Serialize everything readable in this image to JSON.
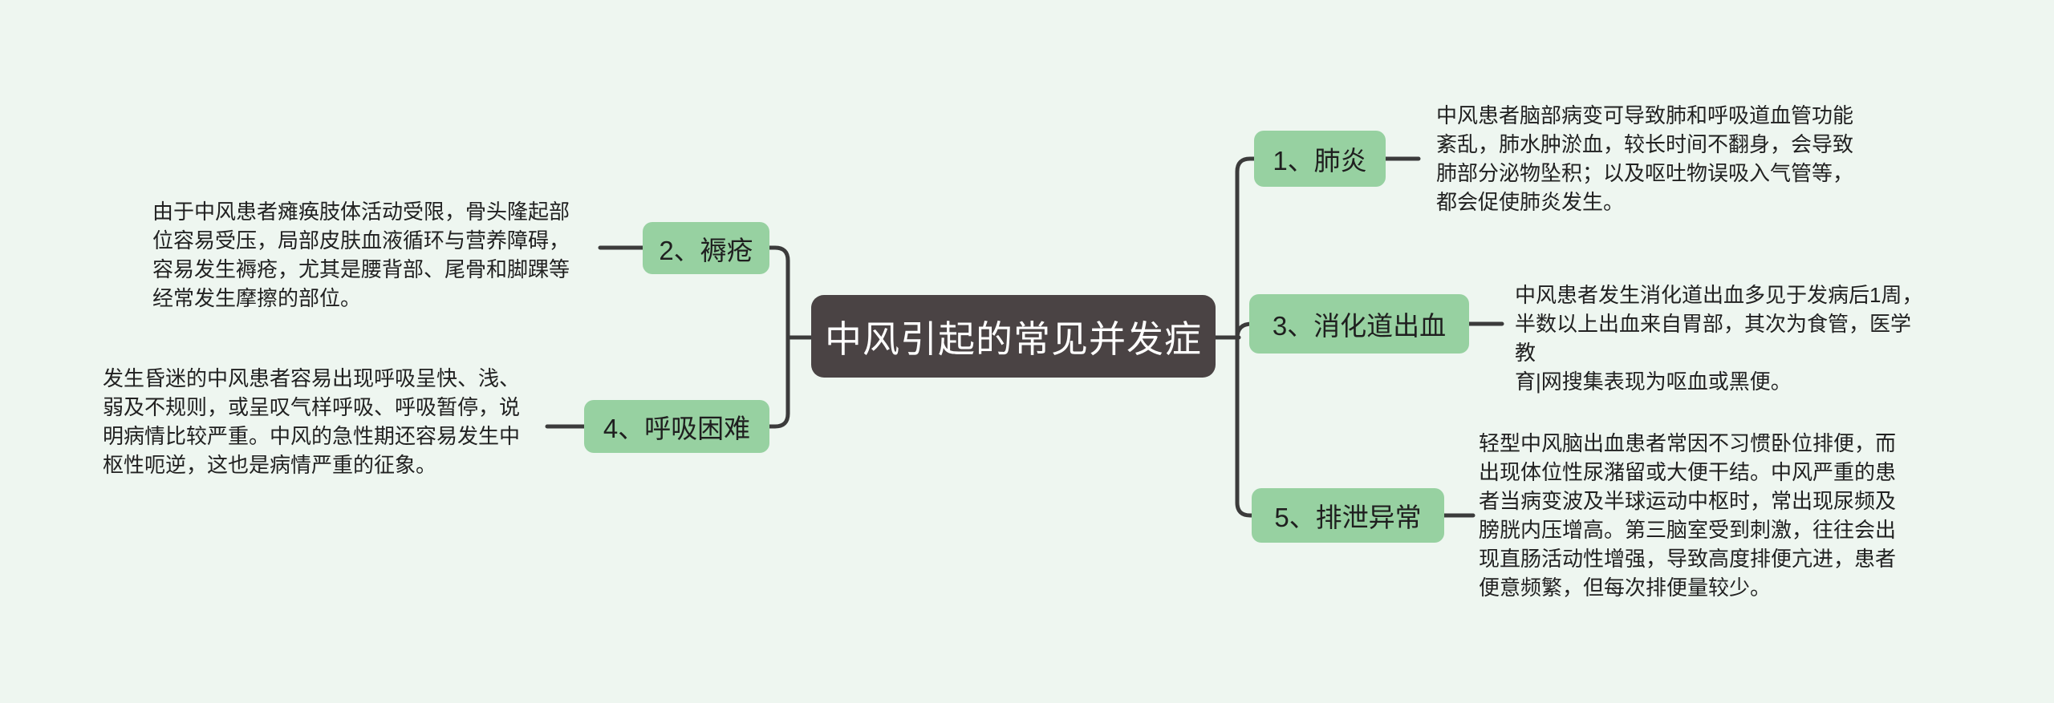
{
  "root": {
    "label": "中风引起的常见并发症"
  },
  "branches": [
    {
      "label": "1、肺炎",
      "side": "right",
      "description": "中风患者脑部病变可导致肺和呼吸道血管功能\n紊乱，肺水肿淤血，较长时间不翻身，会导致\n肺部分泌物坠积；以及呕吐物误吸入气管等，\n都会促使肺炎发生。"
    },
    {
      "label": "2、褥疮",
      "side": "left",
      "description": "由于中风患者瘫痪肢体活动受限，骨头隆起部\n位容易受压，局部皮肤血液循环与营养障碍，\n容易发生褥疮，尤其是腰背部、尾骨和脚踝等\n经常发生摩擦的部位。"
    },
    {
      "label": "3、消化道出血",
      "side": "right",
      "description": "中风患者发生消化道出血多见于发病后1周，\n半数以上出血来自胃部，其次为食管，医学教\n育|网搜集表现为呕血或黑便。"
    },
    {
      "label": "4、呼吸困难",
      "side": "left",
      "description": "发生昏迷的中风患者容易出现呼吸呈快、浅、\n弱及不规则，或呈叹气样呼吸、呼吸暂停，说\n明病情比较严重。中风的急性期还容易发生中\n枢性呃逆，这也是病情严重的征象。"
    },
    {
      "label": "5、排泄异常",
      "side": "right",
      "description": "轻型中风脑出血患者常因不习惯卧位排便，而\n出现体位性尿潴留或大便干结。中风严重的患\n者当病变波及半球运动中枢时，常出现尿频及\n膀胱内压增高。第三脑室受到刺激，往往会出\n现直肠活动性增强，导致高度排便亢进，患者\n便意频繁，但每次排便量较少。"
    }
  ],
  "colors": {
    "background": "#eef6f0",
    "root_node_fill": "#4a4344",
    "root_node_text": "#ffffff",
    "branch_node_fill": "#97d1a1",
    "branch_node_text": "#1f1f1f",
    "connector_line": "#3b3b3b",
    "description_text": "#212121"
  }
}
